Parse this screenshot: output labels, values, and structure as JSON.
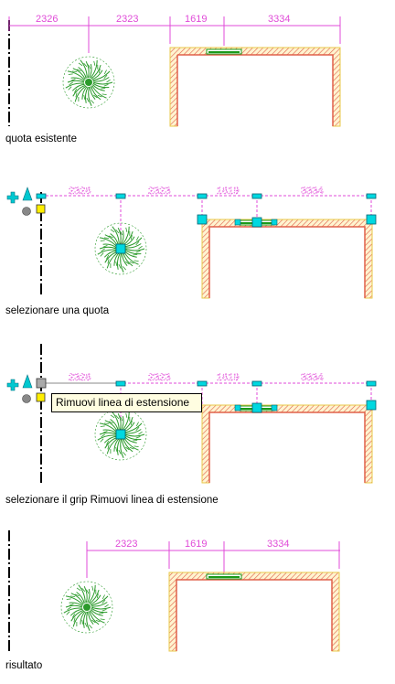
{
  "panels": [
    {
      "caption": "quota esistente",
      "dims": [
        "2326",
        "2323",
        "1619",
        "3334"
      ]
    },
    {
      "caption": "selezionare una quota",
      "dims": [
        "2326",
        "2323",
        "1619",
        "3334"
      ]
    },
    {
      "caption": "selezionare il grip Rimuovi linea di estensione",
      "dims": [
        "2326",
        "2323",
        "1619",
        "3334"
      ],
      "tooltip": "Rimuovi linea di estensione"
    },
    {
      "caption": "risultato",
      "dims": [
        "2323",
        "1619",
        "3334"
      ]
    }
  ],
  "colors": {
    "dimension": "#e04bd8",
    "tree": "#2a9a2a",
    "wall_outline": "#e8c84a",
    "wall_hatch": "#e0604a",
    "window": "#1a9a1a",
    "grip": "#00d8e0",
    "grip_selected": "#ffee00",
    "axis": "#000000"
  },
  "icons": [
    "plus-icon",
    "triangle-icon",
    "circle-icon",
    "grip-square-icon"
  ]
}
